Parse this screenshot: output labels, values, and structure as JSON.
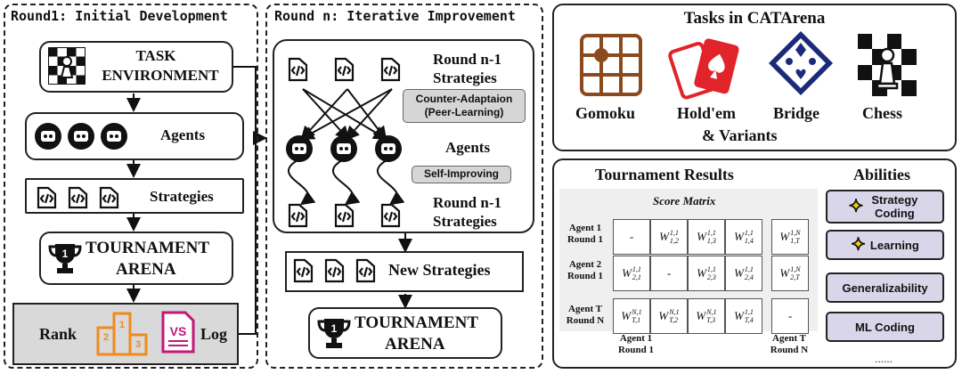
{
  "round1": {
    "title": "Round1: Initial Development",
    "task_env": [
      "TASK",
      "ENVIRONMENT"
    ],
    "agents": "Agents",
    "strategies": "Strategies",
    "arena": [
      "TOURNAMENT",
      "ARENA"
    ],
    "rank": "Rank",
    "log": "Log",
    "vs": "VS",
    "podium": [
      "1",
      "2",
      "3"
    ]
  },
  "roundn": {
    "title": "Round n: Iterative Improvement",
    "top_strategies": [
      "Round n-1",
      "Strategies"
    ],
    "counter": [
      "Counter-Adaptaion",
      "(Peer-Learning)"
    ],
    "agents": "Agents",
    "self_improving": "Self-Improving",
    "bottom_strategies": [
      "Round n-1",
      "Strategies"
    ],
    "new_strategies": "New Strategies",
    "arena": [
      "TOURNAMENT",
      "ARENA"
    ]
  },
  "tasks": {
    "title": "Tasks in CATArena",
    "items": [
      "Gomoku",
      "Hold'em",
      "Bridge",
      "Chess"
    ],
    "variants": "& Variants"
  },
  "results": {
    "title": "Tournament Results",
    "matrix_title": "Score Matrix",
    "rows": [
      {
        "label": [
          "Agent 1",
          "Round 1"
        ],
        "cells": [
          {
            "t": "-"
          },
          {
            "b": "W",
            "p": "1,1",
            "s": "1,2"
          },
          {
            "b": "W",
            "p": "1,1",
            "s": "1,3"
          },
          {
            "b": "W",
            "p": "1,1",
            "s": "1,4"
          }
        ],
        "last": {
          "b": "W",
          "p": "1,N",
          "s": "1,T"
        }
      },
      {
        "label": [
          "Agent 2",
          "Round 1"
        ],
        "cells": [
          {
            "b": "W",
            "p": "1,1",
            "s": "2,1"
          },
          {
            "t": "-"
          },
          {
            "b": "W",
            "p": "1,1",
            "s": "2,3"
          },
          {
            "b": "W",
            "p": "1,1",
            "s": "2,4"
          }
        ],
        "last": {
          "b": "W",
          "p": "1,N",
          "s": "2,T"
        }
      },
      {
        "label": [
          "Agent T",
          "Round N"
        ],
        "cells": [
          {
            "b": "W",
            "p": "N,1",
            "s": "T,1"
          },
          {
            "b": "W",
            "p": "N,1",
            "s": "T,2"
          },
          {
            "b": "W",
            "p": "N,1",
            "s": "T,3"
          },
          {
            "b": "W",
            "p": "1,1",
            "s": "T,4"
          }
        ],
        "last": {
          "t": "-"
        }
      }
    ],
    "col_labels": [
      [
        "Agent 1",
        "Round 1"
      ],
      [
        "Agent T",
        "Round N"
      ]
    ]
  },
  "abilities": {
    "title": "Abilities",
    "items": [
      "Strategy Coding",
      "Learning",
      "Generalizability",
      "ML Coding"
    ],
    "more": "......"
  },
  "colors": {
    "gomoku": "#8b4a1e",
    "holdem": "#e0242a",
    "bridge": "#1c2a7a",
    "rank": "#f08a1c",
    "vs": "#c2187a",
    "ability_bg": "#d9d6ea",
    "star": "#f5d100"
  }
}
